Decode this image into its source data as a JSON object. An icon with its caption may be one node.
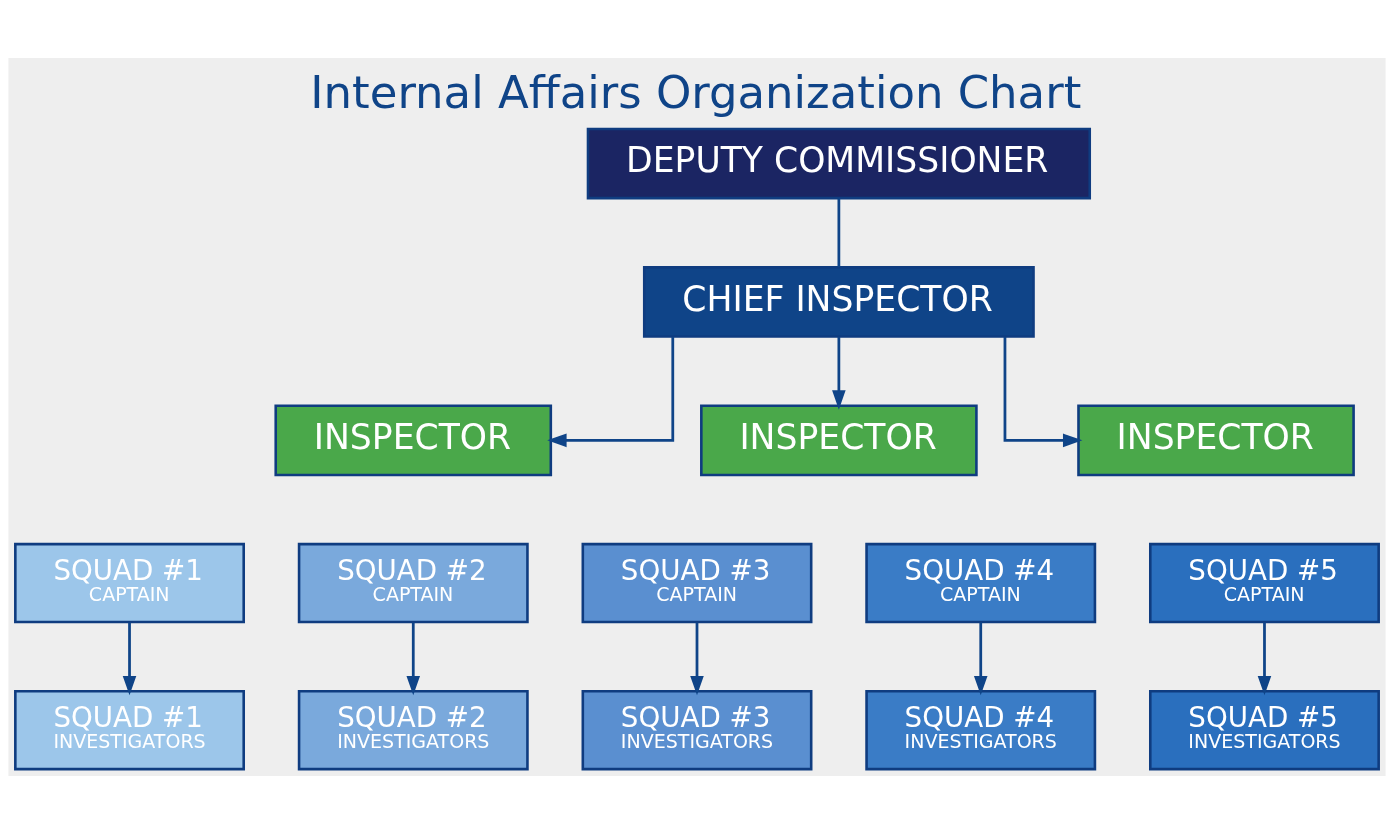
{
  "diagram": {
    "title": "Internal Affairs Organization Chart",
    "nodes": [
      {
        "text": [
          "DEPUTY COMMISSIONER"
        ]
      },
      {
        "text": [
          "CHIEF INSPECTOR"
        ]
      },
      {
        "text": [
          "INSPECTOR"
        ]
      },
      {
        "text": [
          "INSPECTOR"
        ]
      },
      {
        "text": [
          "INSPECTOR"
        ]
      },
      {
        "text": [
          "SQUAD #1",
          "CAPTAIN"
        ]
      },
      {
        "text": [
          "SQUAD #1",
          "INVESTIGATORS"
        ]
      },
      {
        "text": [
          "SQUAD #2",
          "CAPTAIN"
        ]
      },
      {
        "text": [
          "SQUAD #2",
          "INVESTIGATORS"
        ]
      },
      {
        "text": [
          "SQUAD #3",
          "CAPTAIN"
        ]
      },
      {
        "text": [
          "SQUAD #3",
          "INVESTIGATORS"
        ]
      },
      {
        "text": [
          "SQUAD #4",
          "CAPTAIN"
        ]
      },
      {
        "text": [
          "SQUAD #4",
          "INVESTIGATORS"
        ]
      },
      {
        "text": [
          "SQUAD #5",
          "CAPTAIN"
        ]
      },
      {
        "text": [
          "SQUAD #5",
          "INVESTIGATORS"
        ]
      }
    ],
    "edges": [
      {
        "from": 0,
        "to": 1,
        "arrow": "none"
      },
      {
        "from": 1,
        "to": 2,
        "arrow": "to"
      },
      {
        "from": 1,
        "to": 3,
        "arrow": "to"
      },
      {
        "from": 1,
        "to": 4,
        "arrow": "to"
      },
      {
        "from": 5,
        "to": 6,
        "arrow": "to"
      },
      {
        "from": 7,
        "to": 8,
        "arrow": "to"
      },
      {
        "from": 9,
        "to": 10,
        "arrow": "to"
      },
      {
        "from": 11,
        "to": 12,
        "arrow": "to"
      },
      {
        "from": 13,
        "to": 14,
        "arrow": "to"
      }
    ]
  }
}
